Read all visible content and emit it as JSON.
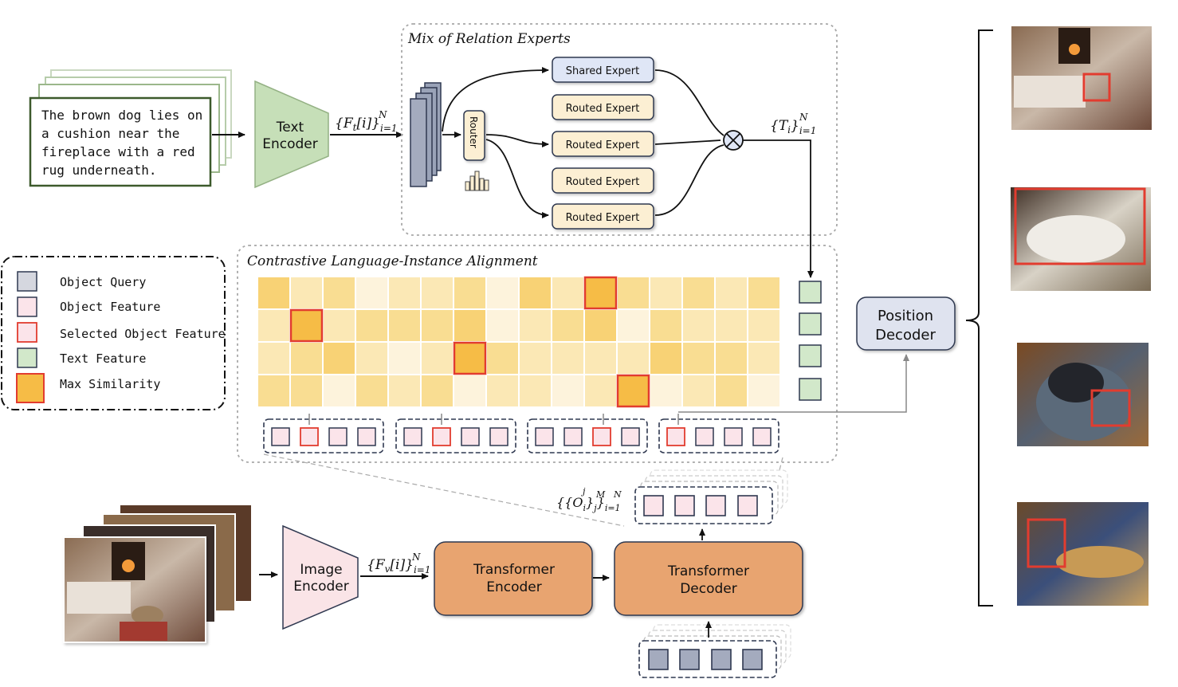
{
  "text_input": {
    "caption_line1": "The brown dog lies on",
    "caption_line2": "a cushion near the",
    "caption_line3": "fireplace with a red",
    "caption_line4": "rug underneath."
  },
  "text_encoder": {
    "line1": "Text",
    "line2": "Encoder"
  },
  "text_feature_math": "{F_t[i]}_{i=1}^N",
  "moe": {
    "title": "Mix of Relation Experts",
    "router": "Router",
    "shared_expert": "Shared Expert",
    "routed_expert_1": "Routed Expert",
    "routed_expert_2": "Routed Expert",
    "routed_expert_3": "Routed Expert",
    "routed_expert_4": "Routed Expert",
    "output_math": "{T_i}_{i=1}^N"
  },
  "clia": {
    "title": "Contrastive Language-Instance Alignment"
  },
  "legend": {
    "object_query": "Object Query",
    "object_feature": "Object Feature",
    "selected_object_feature": "Selected Object Feature",
    "text_feature": "Text Feature",
    "max_similarity": "Max Similarity"
  },
  "image_encoder": {
    "line1": "Image",
    "line2": "Encoder"
  },
  "image_feature_math": "{F_v[i]}_{i=1}^N",
  "transformer_encoder": {
    "line1": "Transformer",
    "line2": "Encoder"
  },
  "transformer_decoder": {
    "line1": "Transformer",
    "line2": "Decoder"
  },
  "object_features_math": "{{O_i^j}_j^M}_{i=1}^N",
  "position_decoder": {
    "line1": "Position",
    "line2": "Decoder"
  },
  "colors": {
    "text_encoder_fill": "#c6dfb8",
    "image_encoder_fill": "#fae4e7",
    "transformer_fill": "#e8a470",
    "shared_expert_fill": "#dfe6f6",
    "routed_expert_fill": "#fcefd3",
    "position_decoder_fill": "#dfe3ef",
    "max_similarity": "#f6bc46",
    "selected_border": "#e23c2f",
    "query_fill": "#d5d7df",
    "object_feature_fill": "#fbe4ea",
    "text_feature_fill": "#d2e8ca"
  },
  "similarity_matrix": {
    "rows": 4,
    "cols": 16,
    "levels": [
      [
        3,
        1,
        2,
        0,
        1,
        1,
        2,
        0,
        3,
        1,
        4,
        2,
        1,
        2,
        1,
        2
      ],
      [
        1,
        4,
        1,
        2,
        2,
        2,
        3,
        0,
        1,
        2,
        3,
        0,
        2,
        1,
        1,
        1
      ],
      [
        1,
        2,
        3,
        1,
        0,
        1,
        4,
        2,
        1,
        1,
        1,
        1,
        3,
        2,
        2,
        1
      ],
      [
        2,
        2,
        0,
        2,
        1,
        2,
        0,
        1,
        1,
        0,
        1,
        4,
        0,
        1,
        2,
        0
      ]
    ],
    "max_cells": [
      [
        0,
        10
      ],
      [
        1,
        1
      ],
      [
        2,
        6
      ],
      [
        3,
        11
      ]
    ]
  }
}
